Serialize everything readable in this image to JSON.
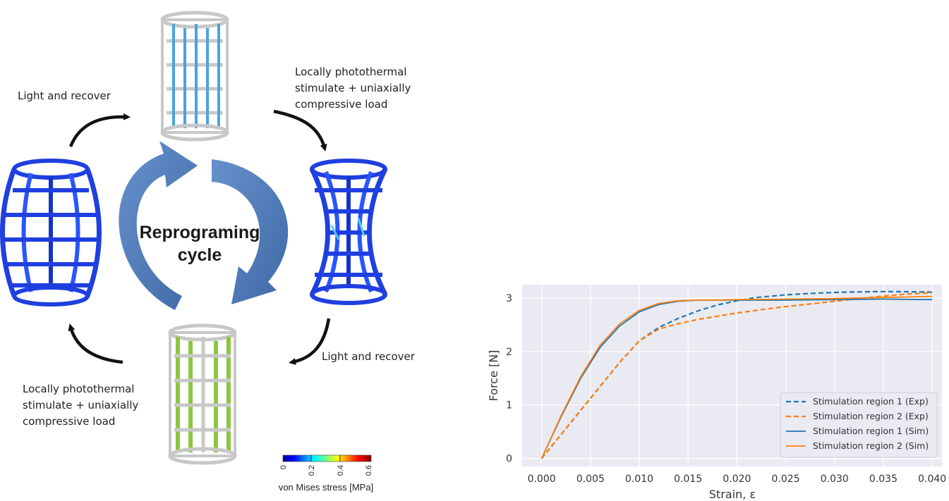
{
  "diagram": {
    "cycle_label_line1": "Reprograming",
    "cycle_label_line2": "cycle",
    "label_top_left": "Light and recover",
    "label_top_right": [
      "Locally photothermal",
      "stimulate + uniaxially",
      "compressive load"
    ],
    "label_bottom_right": "Light and recover",
    "label_bottom_left": [
      "Locally photothermal",
      "stimulate + uniaxially",
      "compressive load"
    ],
    "colorbar": {
      "ticks": [
        "0",
        "0.2",
        "0.4",
        "0.6"
      ],
      "title": "von Mises stress [MPa]"
    },
    "colors": {
      "cycle_arrow": "#3f6fb3",
      "lattice_blue": "#1f3fe0",
      "strut_light_blue": "#4aa3df",
      "strut_green": "#8cc63f",
      "strut_grey": "#c8c8c8"
    }
  },
  "chart_data": {
    "type": "line",
    "xlabel": "Strain, ε",
    "ylabel": "Force [N]",
    "xlim": [
      -0.002,
      0.041
    ],
    "ylim": [
      -0.15,
      3.25
    ],
    "xticks": [
      "0.000",
      "0.005",
      "0.010",
      "0.015",
      "0.020",
      "0.025",
      "0.030",
      "0.035",
      "0.040"
    ],
    "yticks": [
      "0",
      "1",
      "2",
      "3"
    ],
    "grid": true,
    "legend_position": "bottom-right",
    "series": [
      {
        "name": "Stimulation region 1 (Exp)",
        "color": "#1f77b4",
        "dash": true,
        "x": [
          0,
          0.002,
          0.004,
          0.006,
          0.008,
          0.01,
          0.012,
          0.014,
          0.016,
          0.018,
          0.02,
          0.022,
          0.025,
          0.028,
          0.031,
          0.034,
          0.037,
          0.04
        ],
        "y": [
          0,
          0.45,
          0.9,
          1.35,
          1.8,
          2.2,
          2.45,
          2.62,
          2.76,
          2.87,
          2.95,
          3.01,
          3.06,
          3.09,
          3.11,
          3.12,
          3.12,
          3.11
        ]
      },
      {
        "name": "Stimulation region 2 (Exp)",
        "color": "#ff7f0e",
        "dash": true,
        "x": [
          0,
          0.002,
          0.004,
          0.006,
          0.008,
          0.01,
          0.012,
          0.014,
          0.016,
          0.018,
          0.02,
          0.022,
          0.025,
          0.028,
          0.031,
          0.034,
          0.037,
          0.04
        ],
        "y": [
          0,
          0.45,
          0.9,
          1.35,
          1.8,
          2.2,
          2.42,
          2.52,
          2.6,
          2.66,
          2.72,
          2.77,
          2.84,
          2.9,
          2.96,
          3.02,
          3.07,
          3.1
        ]
      },
      {
        "name": "Stimulation region 1 (Sim)",
        "color": "#1f77b4",
        "dash": false,
        "x": [
          0,
          0.002,
          0.004,
          0.006,
          0.008,
          0.01,
          0.012,
          0.014,
          0.016,
          0.018,
          0.02,
          0.025,
          0.03,
          0.035,
          0.04
        ],
        "y": [
          0,
          0.78,
          1.5,
          2.08,
          2.48,
          2.74,
          2.88,
          2.94,
          2.96,
          2.96,
          2.96,
          2.96,
          2.97,
          2.98,
          2.97
        ]
      },
      {
        "name": "Stimulation region 2 (Sim)",
        "color": "#ff7f0e",
        "dash": false,
        "x": [
          0,
          0.002,
          0.004,
          0.006,
          0.008,
          0.01,
          0.012,
          0.014,
          0.016,
          0.018,
          0.02,
          0.025,
          0.03,
          0.035,
          0.04
        ],
        "y": [
          0,
          0.8,
          1.53,
          2.12,
          2.52,
          2.77,
          2.9,
          2.95,
          2.96,
          2.96,
          2.97,
          2.98,
          2.99,
          3.01,
          3.03
        ]
      }
    ]
  }
}
